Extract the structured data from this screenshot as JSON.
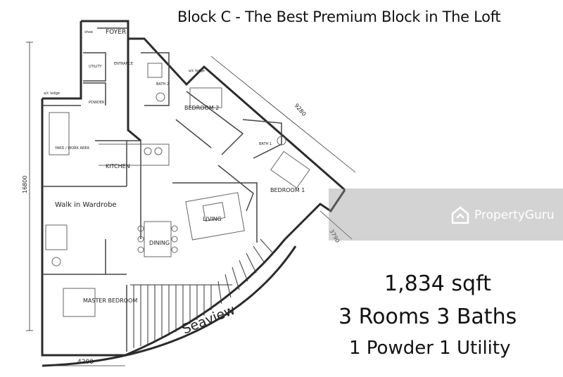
{
  "headline": "Block C - The Best Premium Block in The Loft",
  "stats": {
    "size": "1,834 sqft",
    "rooms_baths": "3 Rooms 3 Baths",
    "extras": "1 Powder 1 Utility"
  },
  "watermark": {
    "text": "PropertyGuru",
    "icon": "propertyguru-logo-icon"
  },
  "plan": {
    "rooms": {
      "foyer": "FOYER",
      "shoe": "shoe",
      "entrance": "ENTRANCE",
      "utility": "UTILITY",
      "powder": "POWDER",
      "ac_ledge_1": "a/c ledge",
      "ac_ledge_2": "a/c ledge",
      "bath2": "BATH 2",
      "bedroom2": "BEDROOM 2",
      "yard": "YARD / WORK AREA",
      "kitchen": "KITCHEN",
      "bath1": "BATH 1",
      "bedroom1": "BEDROOM 1",
      "walk_in": "Walk in Wardrobe",
      "living": "LIVING",
      "dining": "DINING",
      "master": "MASTER BEDROOM",
      "seaview": "Seaview"
    },
    "dimensions": {
      "height": "16800",
      "bottom_width": "4200",
      "diagonal": "9280",
      "balcony": "3790"
    }
  },
  "colors": {
    "wall": "#2b2b2b",
    "line": "#555555",
    "watermark_band": "#969696"
  }
}
